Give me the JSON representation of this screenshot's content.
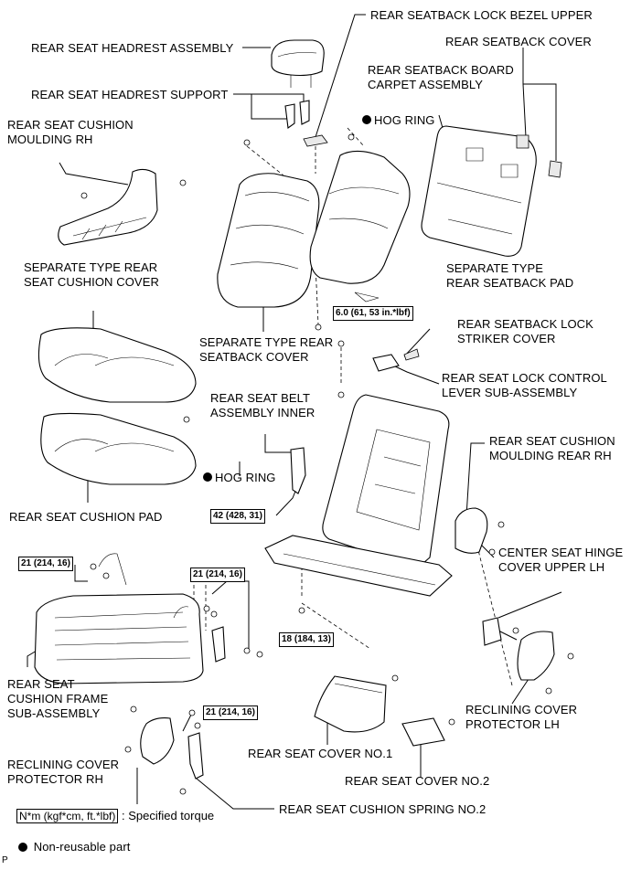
{
  "labels": {
    "lock_bezel_upper": "REAR SEATBACK LOCK BEZEL UPPER",
    "headrest_assembly": "REAR SEAT HEADREST ASSEMBLY",
    "seatback_cover": "REAR SEATBACK COVER",
    "seatback_board_carpet_1": "REAR SEATBACK BOARD",
    "seatback_board_carpet_2": "CARPET ASSEMBLY",
    "headrest_support": "REAR SEAT HEADREST SUPPORT",
    "hog_ring_top": "HOG RING",
    "cushion_moulding_rh_1": "REAR SEAT CUSHION",
    "cushion_moulding_rh_2": "MOULDING RH",
    "sep_cushion_cover_1": "SEPARATE TYPE REAR",
    "sep_cushion_cover_2": "SEAT CUSHION COVER",
    "sep_seatback_pad_1": "SEPARATE TYPE",
    "sep_seatback_pad_2": "REAR SEATBACK PAD",
    "sep_seatback_cover_1": "SEPARATE TYPE REAR",
    "sep_seatback_cover_2": "SEATBACK COVER",
    "lock_striker_cover_1": "REAR SEATBACK LOCK",
    "lock_striker_cover_2": "STRIKER COVER",
    "lock_control_lever_1": "REAR SEAT LOCK CONTROL",
    "lock_control_lever_2": "LEVER SUB-ASSEMBLY",
    "belt_assembly_inner_1": "REAR SEAT BELT",
    "belt_assembly_inner_2": "ASSEMBLY INNER",
    "moulding_rear_rh_1": "REAR SEAT CUSHION",
    "moulding_rear_rh_2": "MOULDING REAR RH",
    "hog_ring_mid": "HOG RING",
    "cushion_pad": "REAR SEAT CUSHION PAD",
    "hinge_cover_1": "CENTER SEAT HINGE",
    "hinge_cover_2": "COVER UPPER LH",
    "frame_1": "REAR SEAT",
    "frame_2": "CUSHION FRAME",
    "frame_3": "SUB-ASSEMBLY",
    "reclining_lh_1": "RECLINING COVER",
    "reclining_lh_2": "PROTECTOR LH",
    "cover_no1": "REAR SEAT COVER NO.1",
    "reclining_rh_1": "RECLINING COVER",
    "reclining_rh_2": "PROTECTOR RH",
    "cover_no2": "REAR SEAT COVER NO.2",
    "spring_no2": "REAR SEAT CUSHION SPRING NO.2"
  },
  "torques": {
    "t_6": "6.0 (61, 53 in.*lbf)",
    "t_42": "42 (428, 31)",
    "t_21a": "21 (214, 16)",
    "t_21b": "21 (214, 16)",
    "t_18": "18 (184, 13)",
    "t_21c": "21 (214, 16)"
  },
  "legend": {
    "torque_box": "N*m (kgf*cm, ft.*lbf)",
    "torque_desc": ": Specified torque",
    "non_reusable": "Non-reusable part"
  },
  "corner_mark": "P"
}
